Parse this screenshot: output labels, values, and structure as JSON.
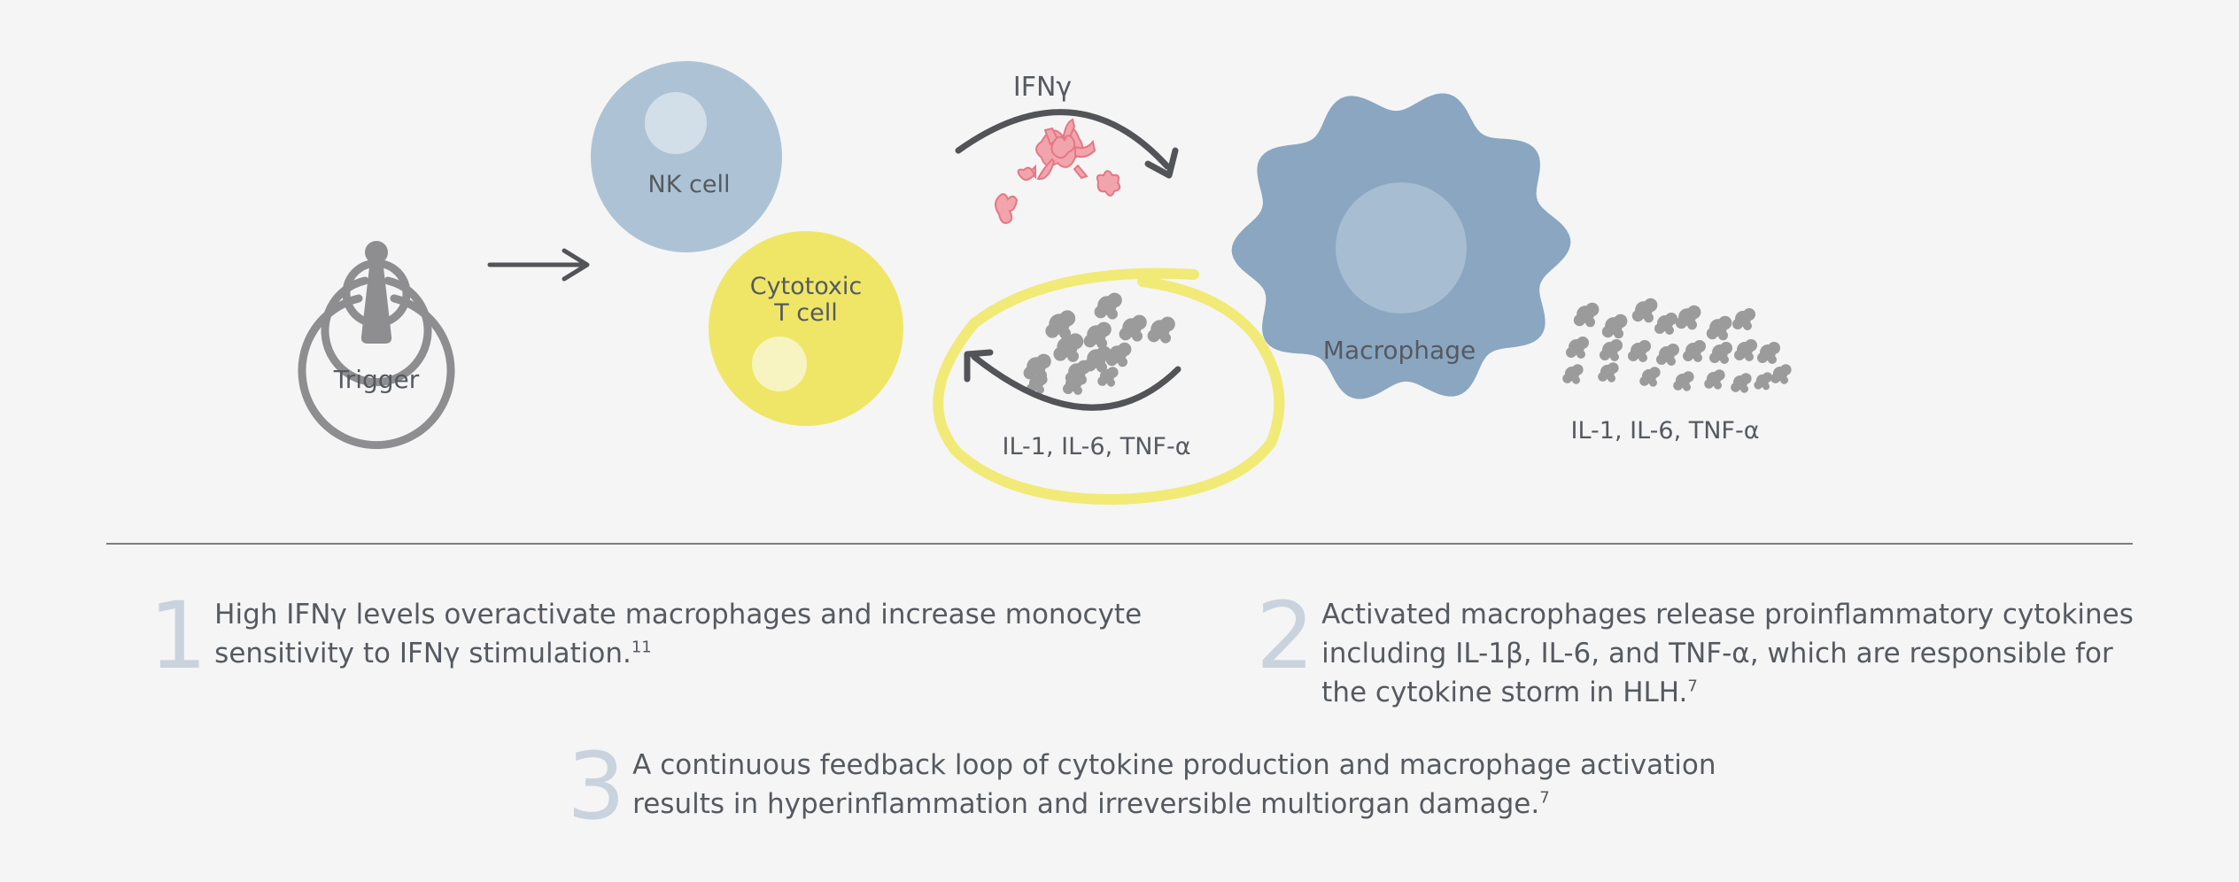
{
  "labels": {
    "trigger": "Trigger",
    "nk_cell": "NK cell",
    "cytotoxic_line1": "Cytotoxic",
    "cytotoxic_line2": "T cell",
    "ifn": "IFNγ",
    "loop_cytokines": "IL-1, IL-6, TNF-α",
    "macrophage": "Macrophage",
    "right_cytokines": "IL-1, IL-6, TNF-α"
  },
  "steps": [
    {
      "number": "1",
      "text": "High IFNγ levels overactivate macrophages and increase monocyte sensitivity to IFNγ stimulation.",
      "ref": "11"
    },
    {
      "number": "2",
      "text": "Activated macrophages release proinflammatory cytokines including IL-1β, IL-6, and TNF-α, which are responsible for the cytokine storm in HLH.",
      "ref": "7"
    },
    {
      "number": "3",
      "text": "A continuous feedback loop of cytokine production and macrophage activation results in hyperinflammation and irreversible multiorgan damage.",
      "ref": "7"
    }
  ],
  "icons": [
    "broadcast-tower-icon",
    "arrow-right-icon",
    "curved-arrow-icon",
    "cytokine-particle-icon"
  ],
  "colors": {
    "nk_cell": "#adc3d5",
    "t_cell": "#efe668",
    "macrophage": "#8aa6c1",
    "ifn_molecule": "#f2a4ac",
    "cytokine_particle": "#9b9b9b",
    "highlight_loop": "#f1ea77",
    "tower": "#8e8e90",
    "arrow": "#525457"
  }
}
